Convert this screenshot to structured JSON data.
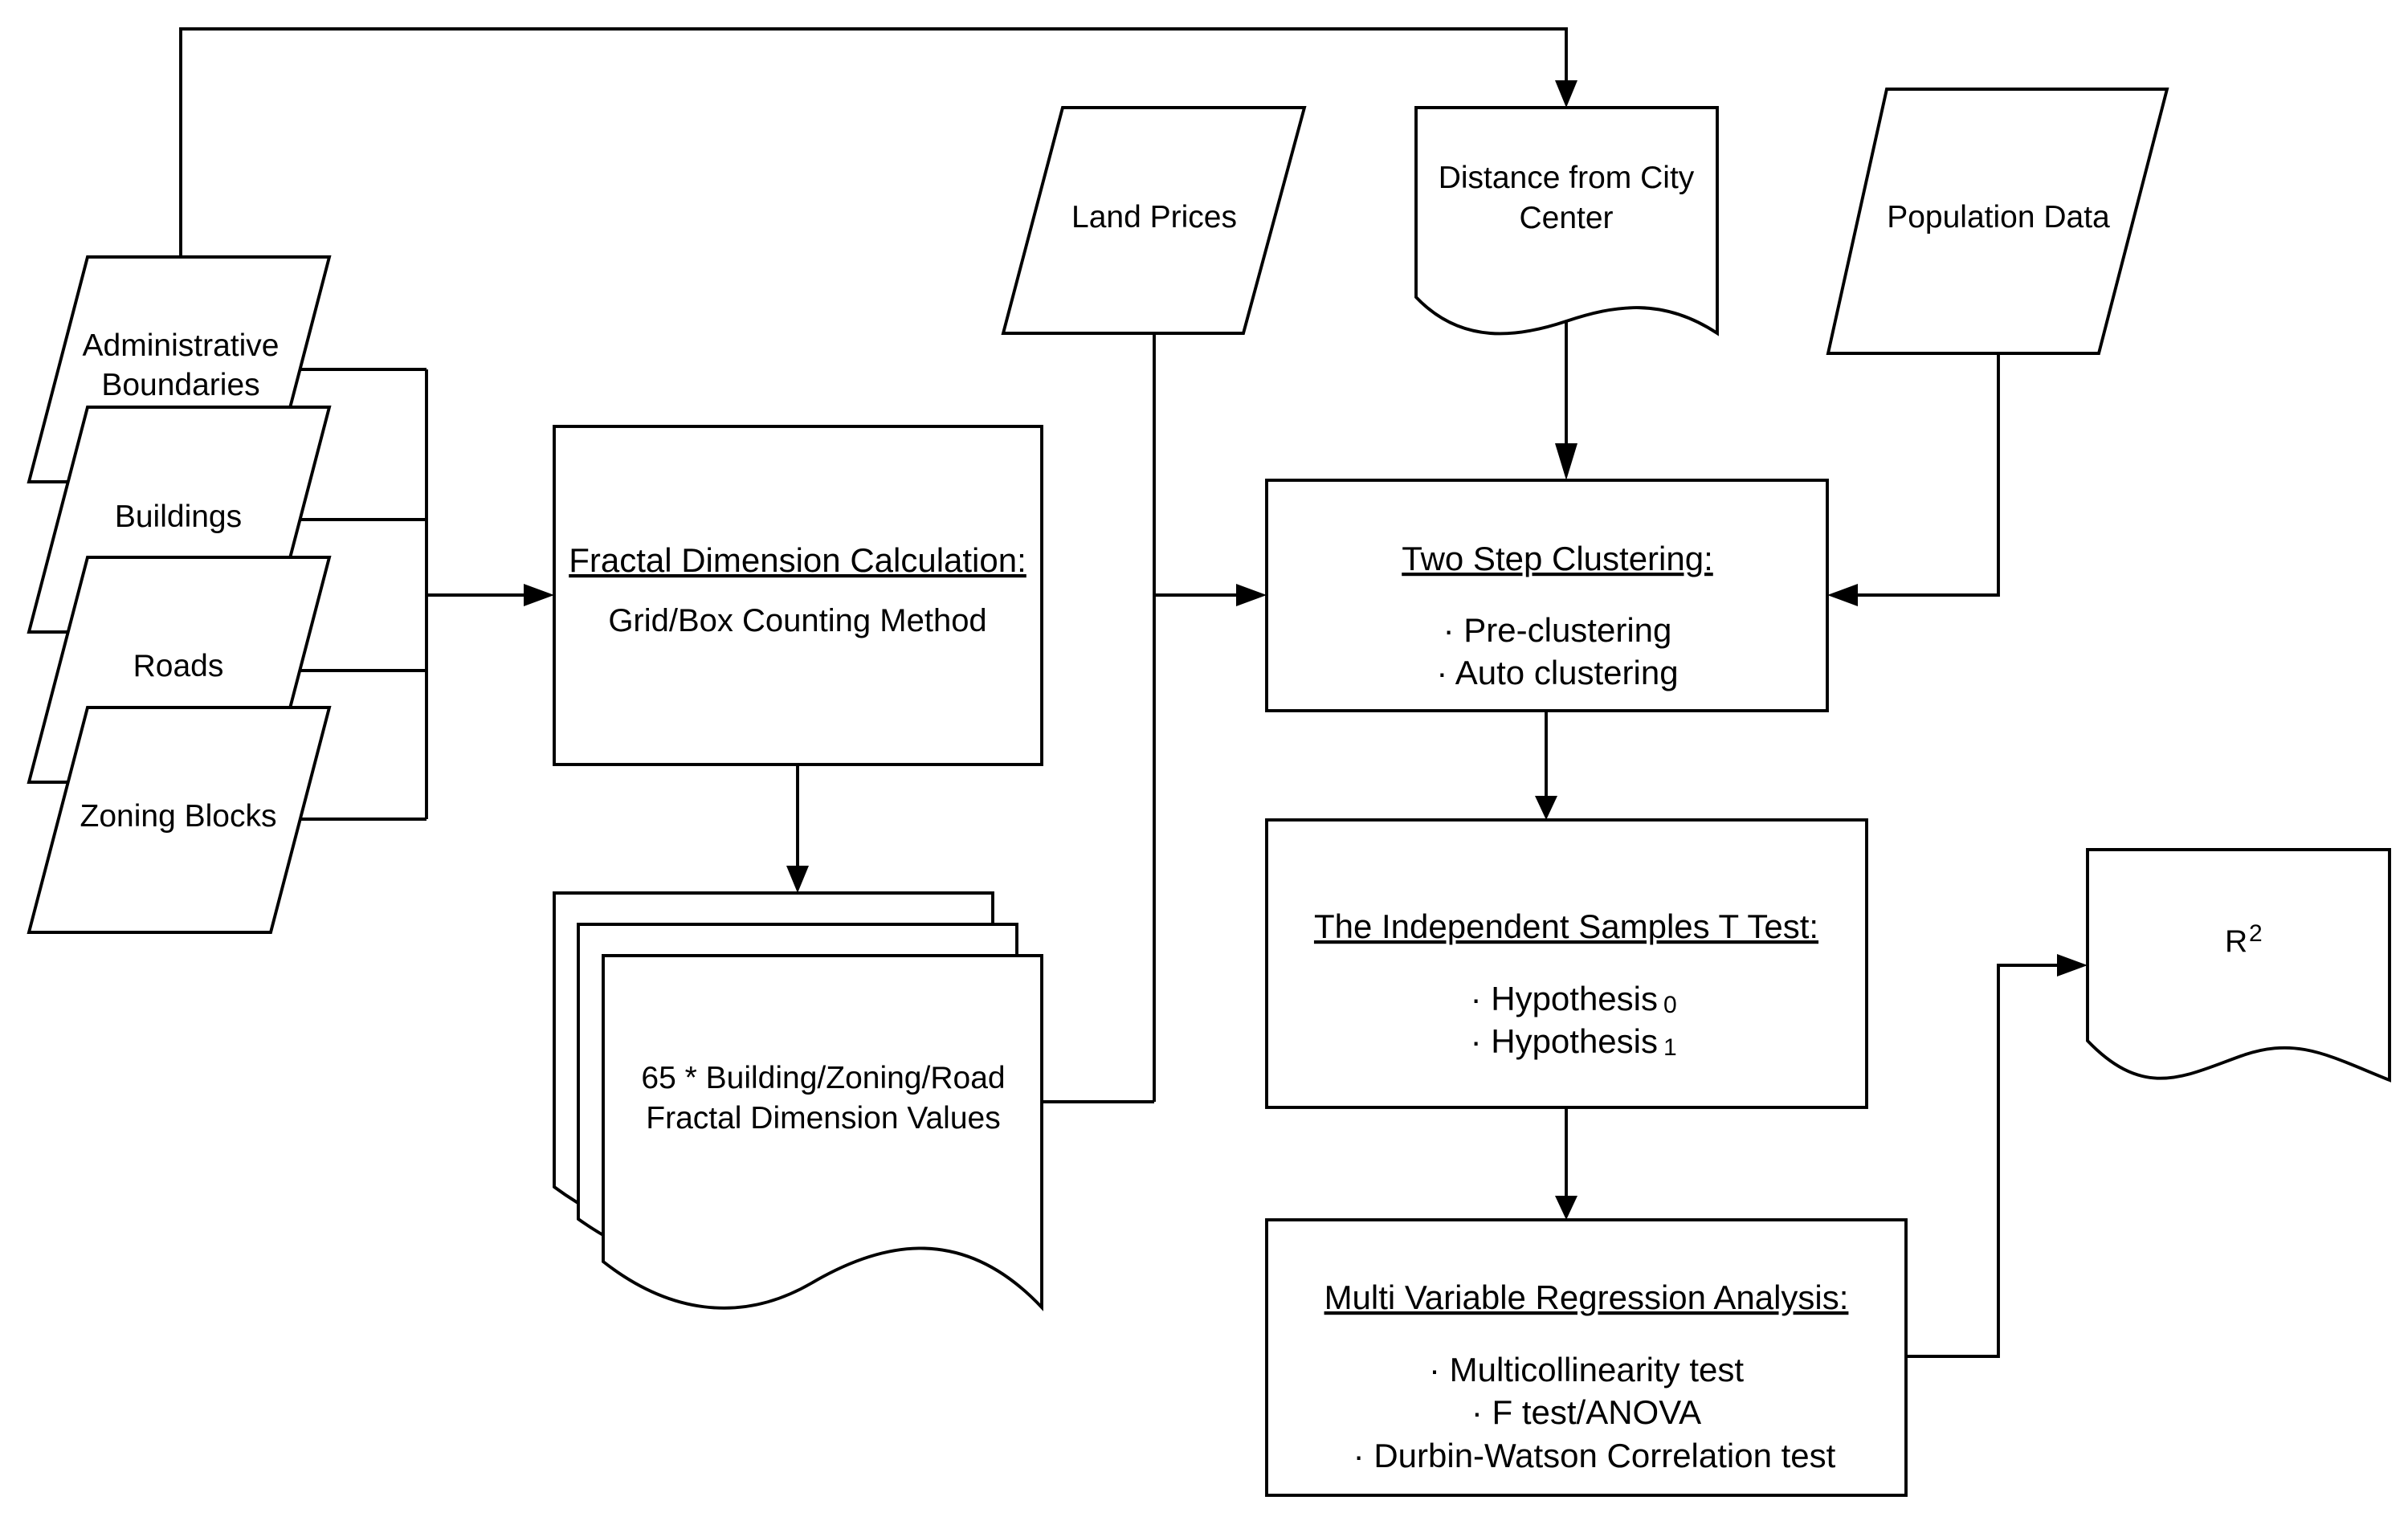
{
  "inputs": {
    "admin_boundaries": [
      "Administrative",
      "Boundaries"
    ],
    "buildings": "Buildings",
    "roads": "Roads",
    "zoning_blocks": "Zoning Blocks"
  },
  "fractal_calc": {
    "title": "Fractal Dimension Calculation:",
    "method": "Grid/Box Counting Method"
  },
  "fractal_values": [
    "65 * Building/Zoning/Road",
    "Fractal Dimension Values"
  ],
  "land_prices": "Land Prices",
  "distance": [
    "Distance from City",
    "Center"
  ],
  "population": "Population Data",
  "two_step": {
    "title": "Two Step Clustering:",
    "items": [
      "· Pre-clustering",
      "· Auto clustering"
    ]
  },
  "t_test": {
    "title": "The Independent Samples T Test:",
    "items": [
      {
        "text": "· Hypothesis",
        "sub": "0"
      },
      {
        "text": "· Hypothesis",
        "sub": "1"
      }
    ]
  },
  "regression": {
    "title": "Multi Variable Regression Analysis:",
    "items": [
      "· Multicollinearity test",
      "· F test/ANOVA",
      "· Durbin-Watson Correlation test"
    ]
  },
  "result": {
    "base": "R",
    "sup": "2"
  }
}
